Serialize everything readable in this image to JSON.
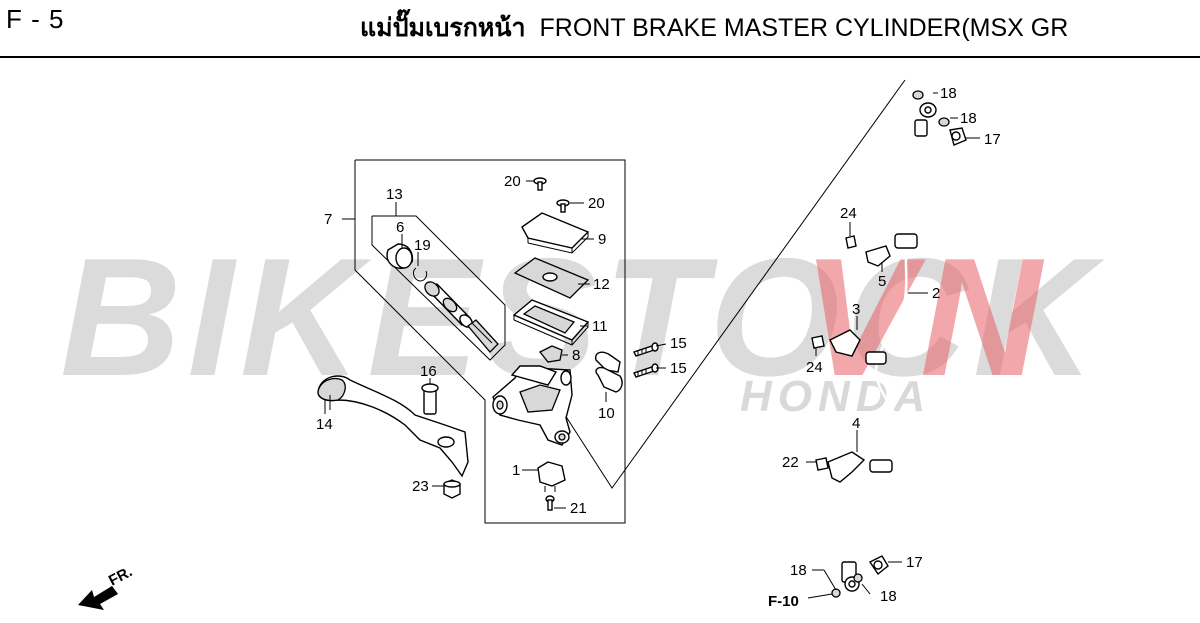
{
  "header": {
    "page_code": "F - 5",
    "title_thai": "แม่ปั๊มเบรกหน้า",
    "title_en": "FRONT BRAKE MASTER CYLINDER(MSX GR"
  },
  "watermark": {
    "main": "BIKESTOCK",
    "accent": "VN",
    "sub": "HONDA"
  },
  "direction_marker": "FR.",
  "reference": "F-10",
  "callouts": {
    "c1": "1",
    "c2": "2",
    "c3": "3",
    "c4": "4",
    "c5": "5",
    "c6": "6",
    "c7": "7",
    "c8": "8",
    "c9": "9",
    "c10": "10",
    "c11": "11",
    "c12": "12",
    "c13": "13",
    "c14": "14",
    "c15a": "15",
    "c15b": "15",
    "c16": "16",
    "c17a": "17",
    "c17b": "17",
    "c18a": "18",
    "c18b": "18",
    "c18c": "18",
    "c18d": "18",
    "c19": "19",
    "c20a": "20",
    "c20b": "20",
    "c21": "21",
    "c22": "22",
    "c23": "23",
    "c24a": "24",
    "c24b": "24"
  },
  "colors": {
    "watermark_red": "#e85f64",
    "watermark_gray": "#afafaf",
    "line": "#000000"
  }
}
